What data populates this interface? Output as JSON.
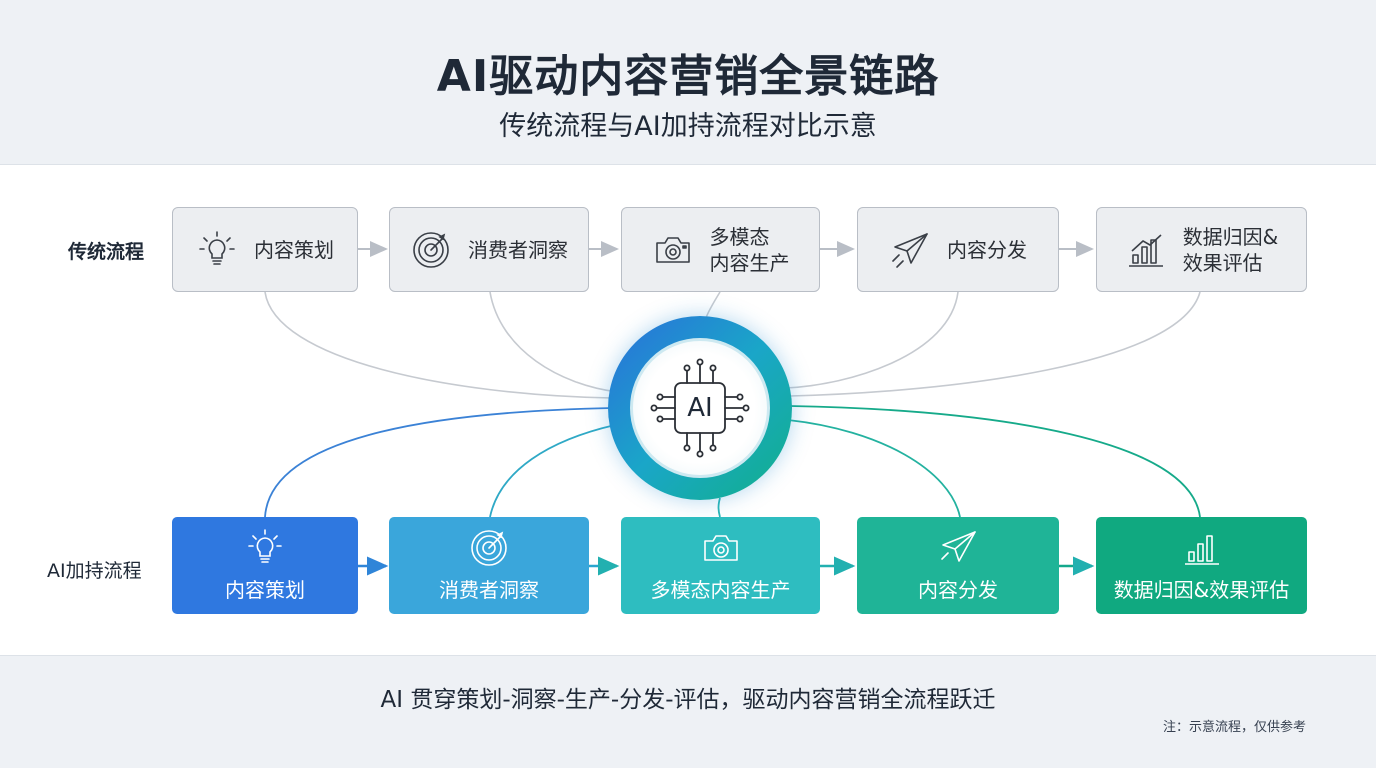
{
  "header": {
    "title": "AI驱动内容营销全景链路",
    "subtitle": "传统流程与AI加持流程对比示意"
  },
  "rows": {
    "traditional_label": "传统流程",
    "ai_label": "AI加持流程"
  },
  "traditional_steps": [
    {
      "label": "内容策划",
      "icon": "lightbulb-icon"
    },
    {
      "label": "消费者洞察",
      "icon": "target-icon"
    },
    {
      "label": "多模态\n内容生产",
      "icon": "camera-icon"
    },
    {
      "label": "内容分发",
      "icon": "paper-plane-icon"
    },
    {
      "label": "数据归因&\n效果评估",
      "icon": "bar-chart-icon"
    }
  ],
  "ai_steps": [
    {
      "label": "内容策划",
      "icon": "lightbulb-icon",
      "color": "#2f78e0"
    },
    {
      "label": "消费者洞察",
      "icon": "target-icon",
      "color": "#3aa6db"
    },
    {
      "label": "多模态内容生产",
      "icon": "camera-icon",
      "color": "#2ebdc0"
    },
    {
      "label": "内容分发",
      "icon": "paper-plane-icon",
      "color": "#1fb497"
    },
    {
      "label": "数据归因&效果评估",
      "icon": "bar-chart-icon",
      "color": "#10a980"
    }
  ],
  "hub": {
    "label": "AI",
    "icon": "ai-chip-icon"
  },
  "footer": {
    "caption": "AI 贯穿策划-洞察-生产-分发-评估，驱动内容营销全流程跃迁",
    "note": "注：示意流程，仅供参考"
  },
  "colors": {
    "header_bg": "#eef1f5",
    "trad_box_bg": "#eceef1",
    "trad_line": "#c4c8ce",
    "ai_blue": "#2f78e0",
    "ai_green": "#10a980"
  }
}
